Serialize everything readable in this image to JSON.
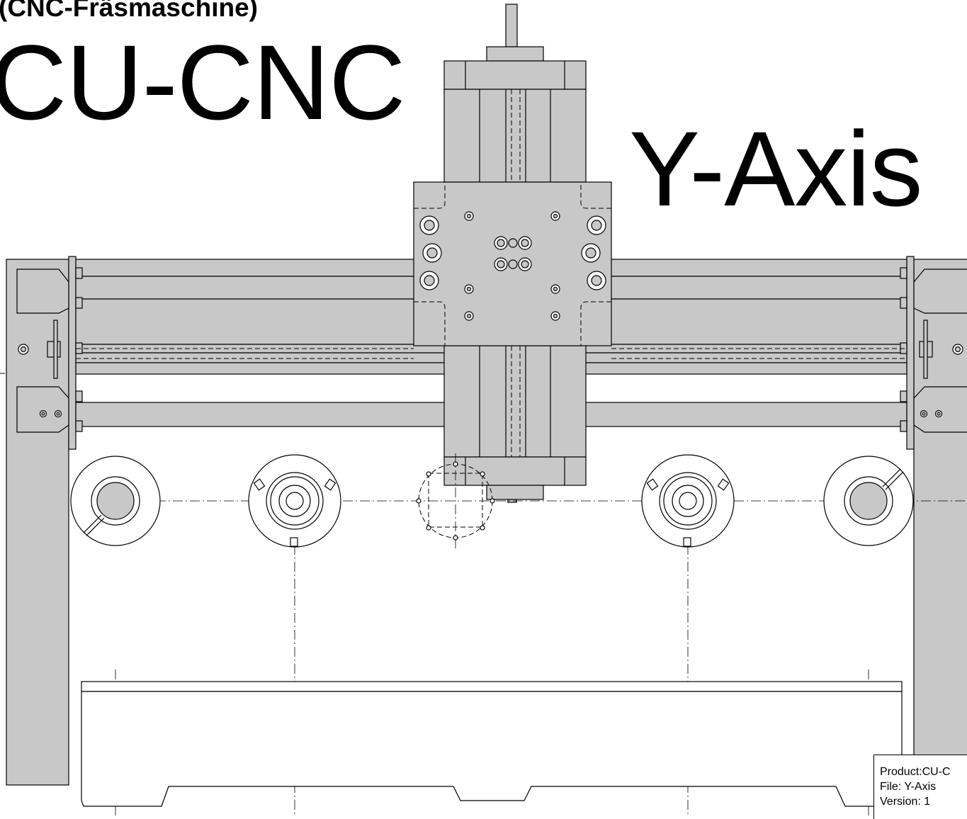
{
  "drawing": {
    "subtitle": "(CNC-Fräsmaschine)",
    "title": "CU-CNC",
    "view_label": "Y-Axis",
    "colors": {
      "part_fill": "#c8c8c8",
      "line": "#000000",
      "background": "#ffffff"
    }
  },
  "title_block": {
    "product": "Product:CU-C",
    "file": "File:  Y-Axis",
    "version": "Version: 1"
  }
}
